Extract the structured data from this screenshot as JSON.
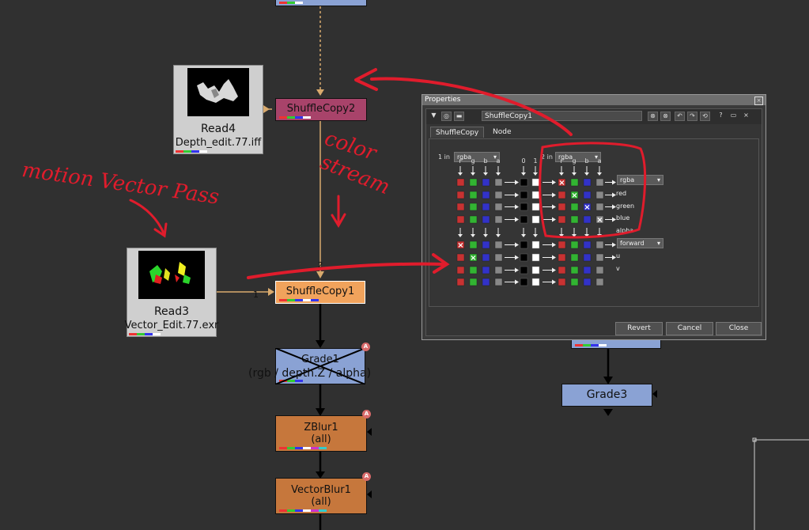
{
  "nodes": {
    "shufflecopy2": {
      "label": "ShuffleCopy2"
    },
    "shufflecopy1": {
      "label": "ShuffleCopy1",
      "input_label": "1"
    },
    "read4": {
      "title": "Read4",
      "file": "Depth_edit.77.iff"
    },
    "read3": {
      "title": "Read3",
      "file": "Vector_Edit.77.exr"
    },
    "grade1": {
      "title": "Grade1",
      "subtitle": "(rgb / depth.Z / alpha)",
      "badge": "A"
    },
    "zblur1": {
      "title": "ZBlur1",
      "subtitle": "(all)",
      "badge": "A"
    },
    "vectorblur1": {
      "title": "VectorBlur1",
      "subtitle": "(all)",
      "badge": "A"
    },
    "grade3": {
      "title": "Grade3"
    },
    "input_index_2": "2"
  },
  "colors": {
    "shuffle2_fill": "#a8436a",
    "shuffle1_fill": "#f1a35c",
    "grade_fill": "#8aa2d4",
    "blur_fill": "#c6773c",
    "pipe_yellow": "#d9aa6d",
    "pipe_black": "#000000",
    "annotation_red": "#e01c2c"
  },
  "annotations": {
    "color_stream_line1": "color",
    "color_stream_line2": "stream",
    "motion_vector_pass": "motion Vector Pass"
  },
  "properties_panel": {
    "title": "Properties",
    "node_name": "ShuffleCopy1",
    "tabs": [
      "ShuffleCopy",
      "Node"
    ],
    "input1_label": "1 in",
    "input1_value": "rgba",
    "input2_label": "2 in",
    "input2_value": "rgba",
    "channel_headers_left": [
      "r",
      "g",
      "b",
      "a"
    ],
    "const_headers": [
      "0",
      "1"
    ],
    "channel_headers_right": [
      "r",
      "g",
      "b",
      "a"
    ],
    "output1_layer": "rgba",
    "output1_channels": [
      "red",
      "green",
      "blue",
      "alpha"
    ],
    "output2_layer": "forward",
    "output2_channels": [
      "u",
      "v"
    ],
    "buttons": {
      "revert": "Revert",
      "cancel": "Cancel",
      "close": "Close"
    },
    "toolbar_icons": [
      "collapse-icon",
      "viewer-icon",
      "node-icon",
      "undo-icon",
      "redo-icon",
      "revert-icon",
      "help-icon",
      "float-icon",
      "close-icon"
    ],
    "grid_checked": [
      {
        "row": 0,
        "col": "in2_r"
      },
      {
        "row": 1,
        "col": "in2_g"
      },
      {
        "row": 2,
        "col": "in2_b"
      },
      {
        "row": 3,
        "col": "in2_a"
      },
      {
        "row": 4,
        "col": "in1_r"
      },
      {
        "row": 5,
        "col": "in1_g"
      }
    ]
  }
}
